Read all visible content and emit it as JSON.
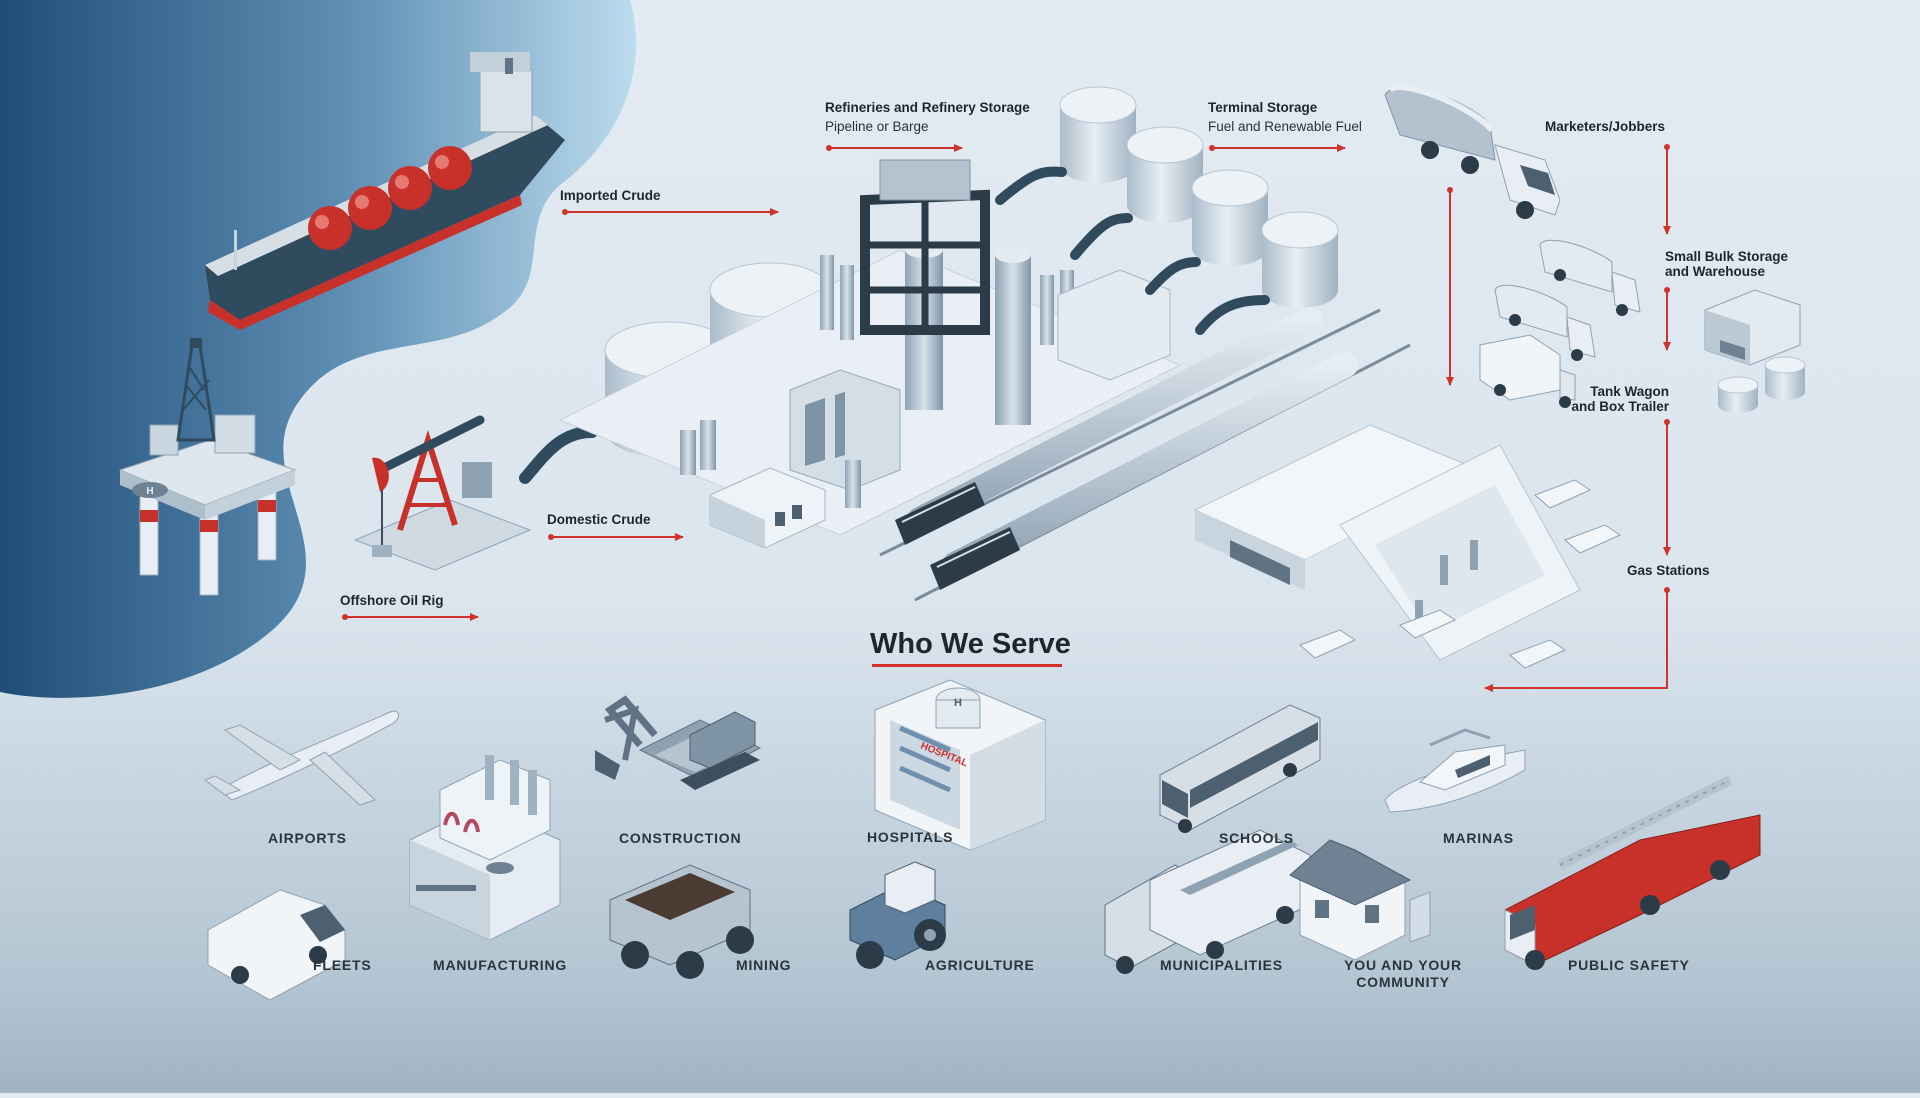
{
  "colors": {
    "arrow": "#d1332c",
    "sea_dark": "#1f4d78",
    "sea_light": "#b8d7ea",
    "ground": "#dfe7ee",
    "tank": "#c9d6e0",
    "steel": "#5c6f80",
    "accent_red": "#c8302a"
  },
  "title": "Who We Serve",
  "flow_labels": {
    "offshore_oil_rig": "Offshore Oil Rig",
    "imported_crude": "Imported Crude",
    "domestic_crude": "Domestic Crude",
    "refineries_title": "Refineries and Refinery Storage",
    "refineries_sub": "Pipeline or Barge",
    "terminal_title": "Terminal Storage",
    "terminal_sub": "Fuel and Renewable Fuel",
    "marketers": "Marketers/Jobbers",
    "small_bulk_line1": "Small Bulk Storage",
    "small_bulk_line2": "and Warehouse",
    "tank_wagon_line1": "Tank Wagon",
    "tank_wagon_line2": "and Box Trailer",
    "gas_stations": "Gas Stations"
  },
  "categories": {
    "airports": "AIRPORTS",
    "construction": "CONSTRUCTION",
    "hospitals": "HOSPITALS",
    "schools": "SCHOOLS",
    "marinas": "MARINAS",
    "fleets": "FLEETS",
    "manufacturing": "MANUFACTURING",
    "mining": "MINING",
    "agriculture": "AGRICULTURE",
    "municipalities": "MUNICIPALITIES",
    "community_line1": "YOU AND YOUR",
    "community_line2": "COMMUNITY",
    "public_safety": "PUBLIC SAFETY"
  },
  "illustration_text": {
    "hospital_sign": "HOSPITAL",
    "helipad": "H"
  },
  "icons": [
    "tanker-ship-icon",
    "offshore-rig-icon",
    "pumpjack-icon",
    "refinery-icon",
    "storage-tank-icon",
    "train-icon",
    "tanker-truck-icon",
    "warehouse-icon",
    "gas-station-icon",
    "airplane-icon",
    "factory-icon",
    "excavator-icon",
    "hospital-icon",
    "bus-icon",
    "boat-icon",
    "van-icon",
    "dump-truck-icon",
    "tractor-icon",
    "garbage-truck-icon",
    "house-icon",
    "fire-truck-icon"
  ]
}
